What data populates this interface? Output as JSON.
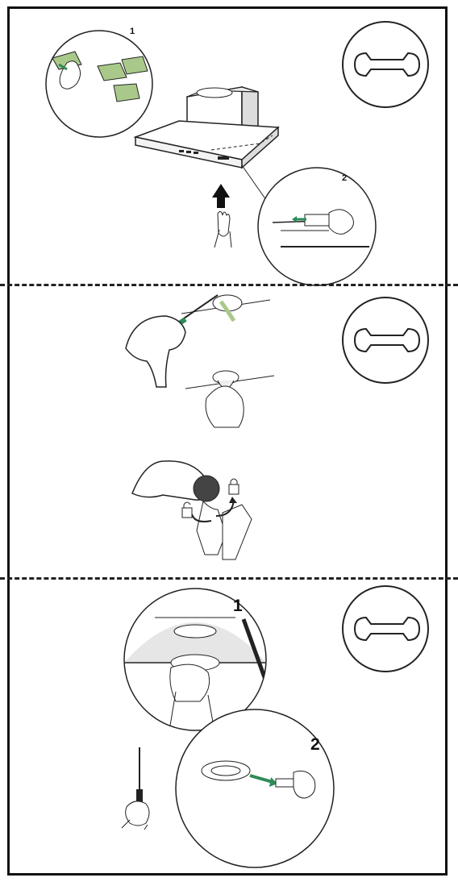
{
  "sections": [
    {
      "id": "filter-removal",
      "callouts": [
        "1",
        "2"
      ],
      "tool_icon": "wrench-icon"
    },
    {
      "id": "lamp-removal",
      "tool_icon": "wrench-icon"
    },
    {
      "id": "lamp-replacement",
      "callouts": [
        "1",
        "2"
      ],
      "tool_icon": "wrench-icon"
    }
  ],
  "colors": {
    "line": "#222222",
    "accent_green": "#2e8b57",
    "filter_green": "#a9c98a",
    "shade_gray": "#e6e6e6"
  }
}
